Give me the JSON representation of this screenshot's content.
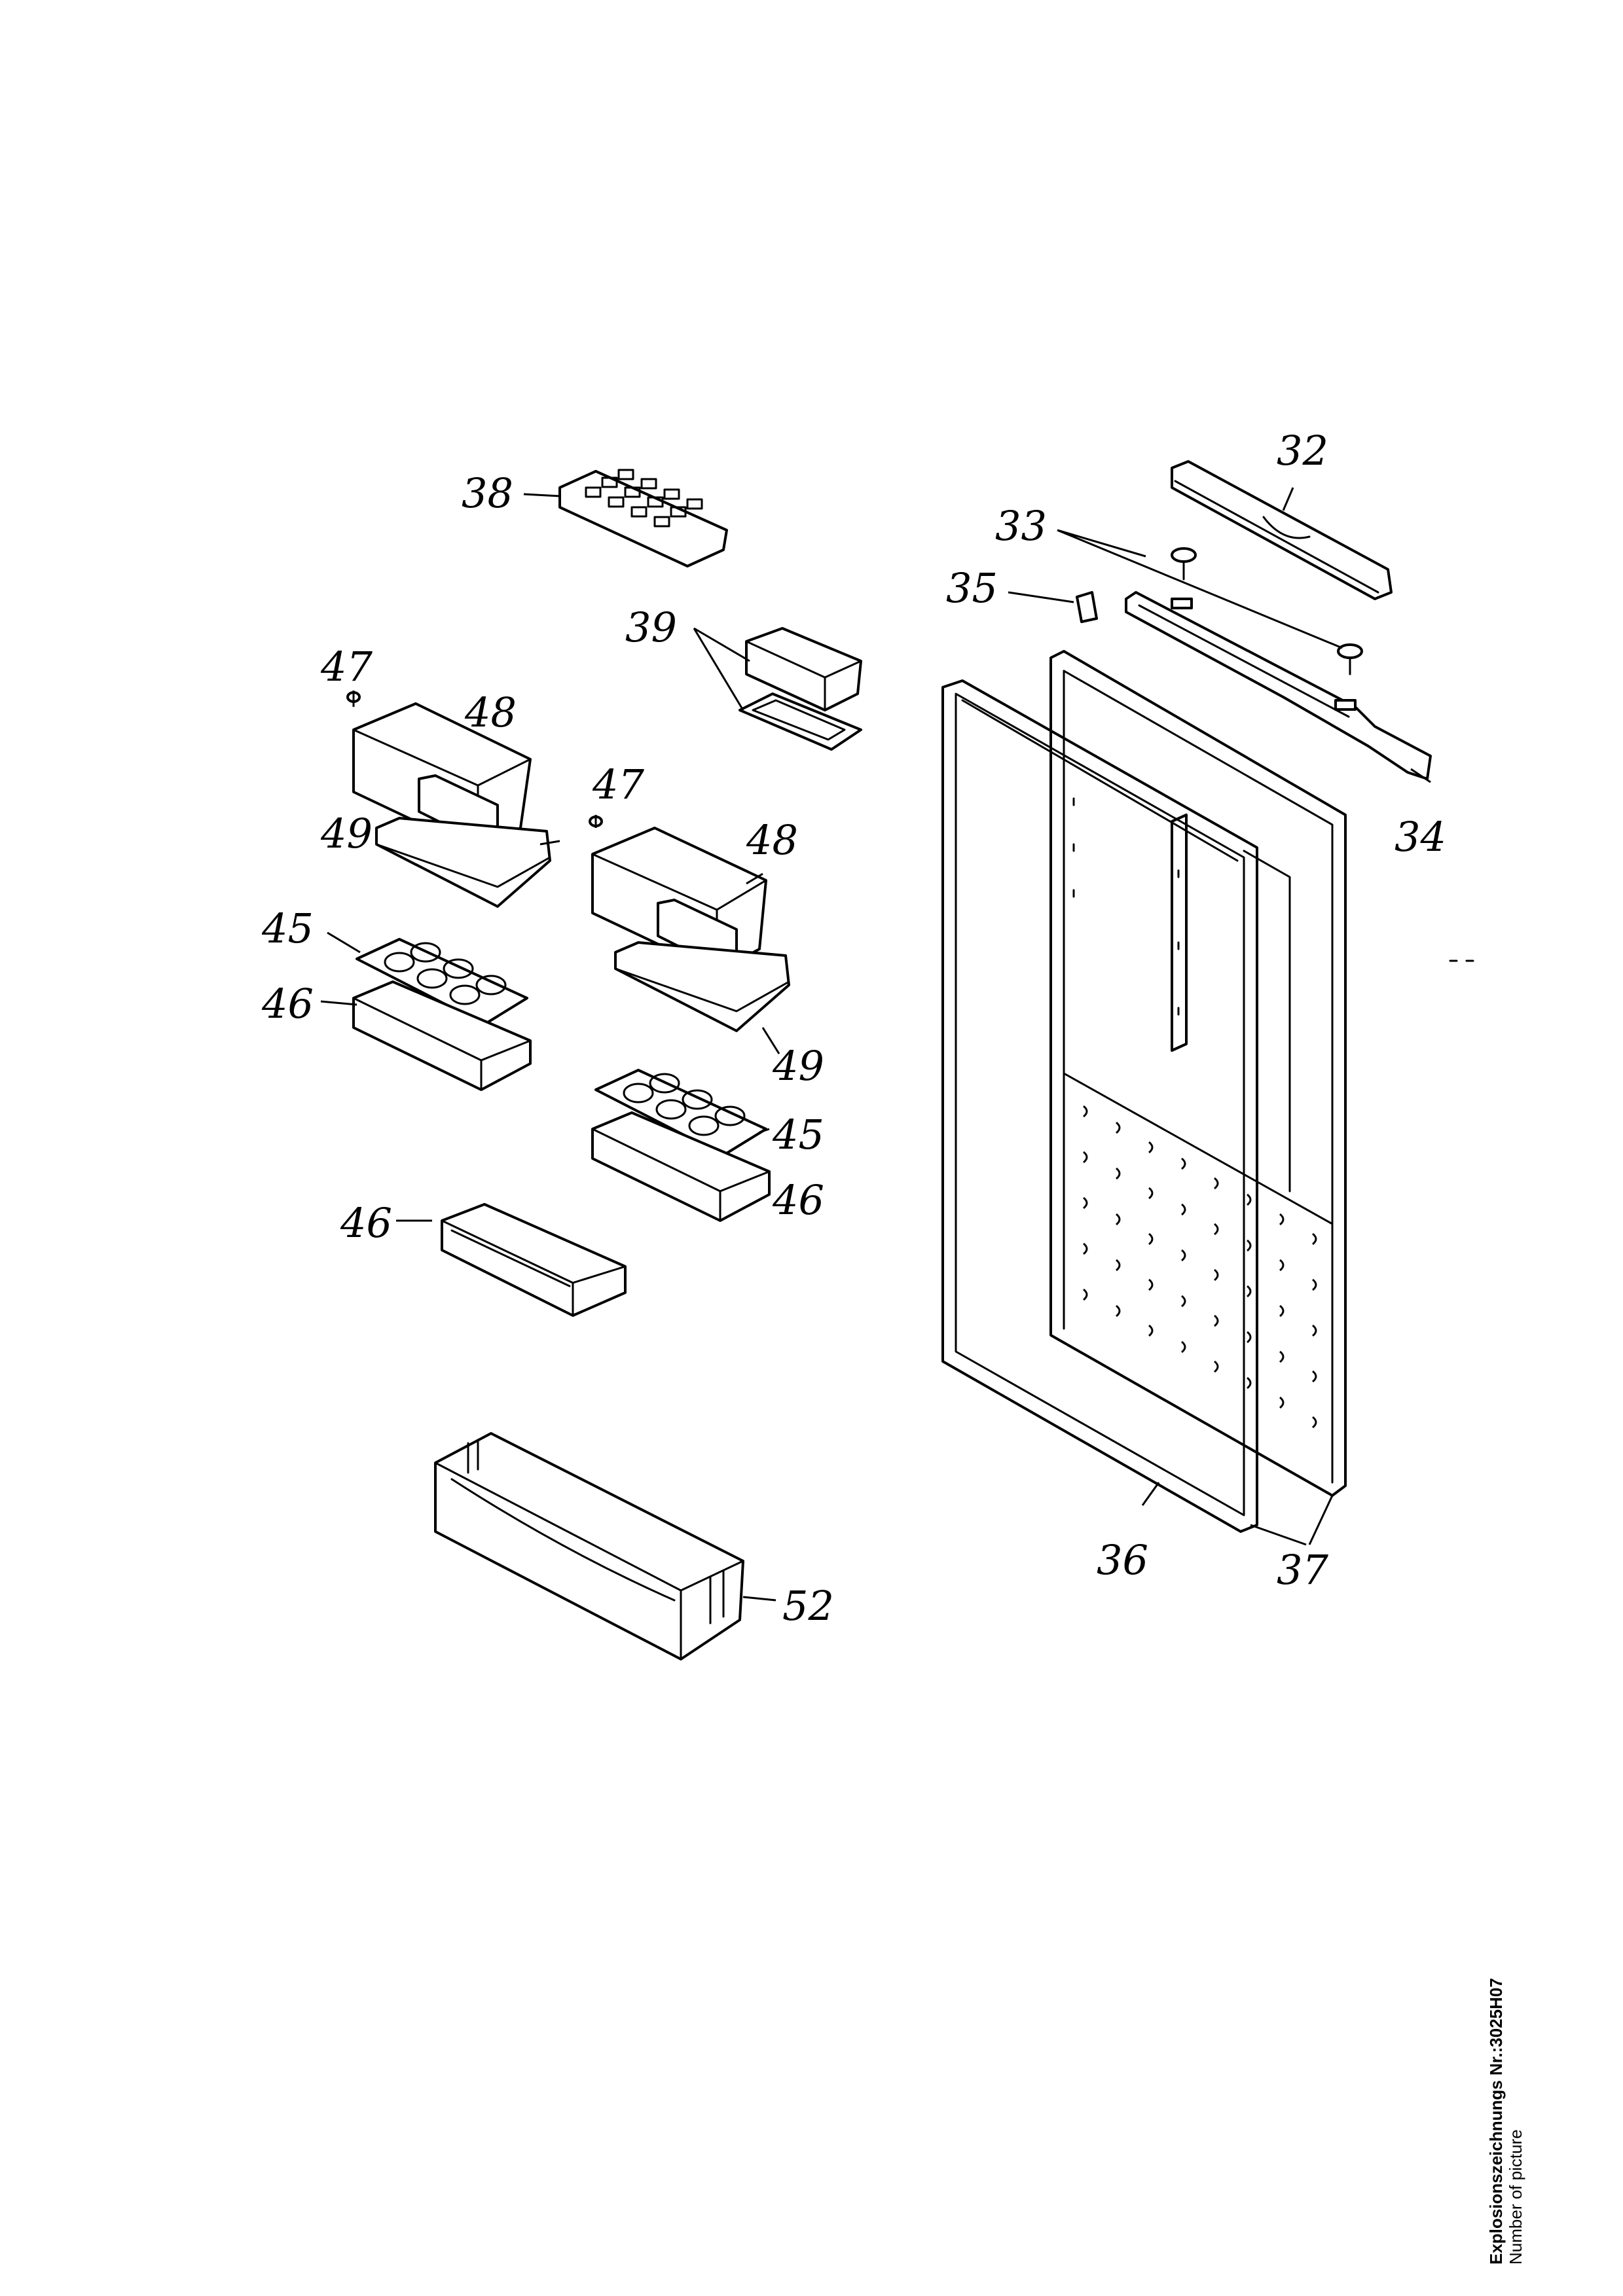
{
  "caption": {
    "drawing_number": "Explosionszeichnungs Nr.:3025H07",
    "picture_label": "Number of picture"
  },
  "labels": {
    "p32": "32",
    "p33": "33",
    "p34": "34",
    "p35": "35",
    "p36": "36",
    "p37": "37",
    "p38": "38",
    "p39": "39",
    "p45a": "45",
    "p45b": "45",
    "p46a": "46",
    "p46b": "46",
    "p46c": "46",
    "p47a": "47",
    "p47b": "47",
    "p48a": "48",
    "p48b": "48",
    "p49a": "49",
    "p49b": "49",
    "p52": "52"
  }
}
